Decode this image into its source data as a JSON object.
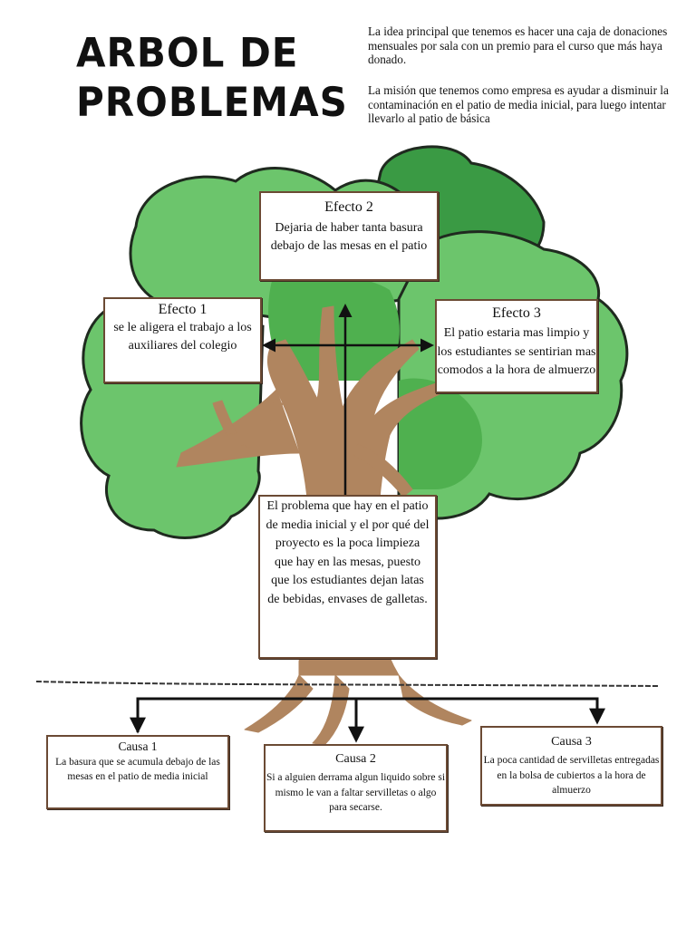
{
  "header": {
    "title_line1": "ARBOL DE",
    "title_line2": "PROBLEMAS",
    "intro_paragraph1": "La idea principal que tenemos es hacer una caja de donaciones mensuales por sala con un premio para el curso que más haya donado.",
    "intro_paragraph2": "La misión que tenemos como empresa es ayudar a disminuir la contaminación en el patio de media inicial, para luego intentar llevarlo al patio de básica"
  },
  "effects": {
    "efecto1": {
      "title": "Efecto 1",
      "text": "se le aligera el trabajo a los auxiliares del colegio"
    },
    "efecto2": {
      "title": "Efecto 2",
      "text": "Dejaria de haber tanta basura debajo de las mesas en el patio"
    },
    "efecto3": {
      "title": "Efecto 3",
      "text": "El patio estaria mas limpio y los estudiantes se sentirian mas comodos a la hora de almuerzo"
    }
  },
  "problem": {
    "text": "El problema que hay en el patio de media inicial y el por qué del proyecto es la poca limpieza que hay en las mesas, puesto que los estudiantes dejan latas de bebidas, envases de galletas."
  },
  "causes": {
    "causa1": {
      "title": "Causa 1",
      "text": "La basura que se acumula debajo de las mesas en el patio de media inicial"
    },
    "causa2": {
      "title": "Causa 2",
      "text": "Si a alguien derrama algun liquido sobre si mismo le van a faltar servilletas o algo para secarse."
    },
    "causa3": {
      "title": "Causa 3",
      "text": "La poca cantidad de servilletas entregadas en la bolsa de cubiertos a la hora de almuerzo"
    }
  },
  "colors": {
    "foliage_light": "#6cc56c",
    "foliage_mid": "#4fb04f",
    "foliage_dark": "#3a9a44",
    "trunk": "#b0855f",
    "outline": "#1f2a1f",
    "box_border": "#6b4a34"
  }
}
